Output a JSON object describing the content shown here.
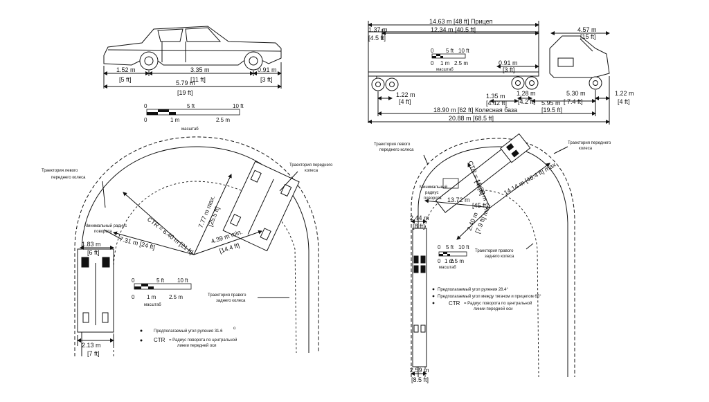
{
  "car": {
    "dim_front": "1.52 m",
    "dim_front_ft": "[5 ft]",
    "dim_wheelbase": "3.35 m",
    "dim_wheelbase_ft": "[11 ft]",
    "dim_rear": "0.91 m",
    "dim_rear_ft": "[3 ft]",
    "dim_total": "5.79 m",
    "dim_total_ft": "[19 ft]",
    "scale": {
      "ft0": "0",
      "ft5": "5 ft",
      "ft10": "10 ft",
      "m0": "0",
      "m1": "1 m",
      "m25": "2.5 m",
      "label": "масштаб"
    }
  },
  "car_turn": {
    "left_front_path": "Траектория левого",
    "left_front_path2": "переднего колеса",
    "right_front_path": "Траектория переднего",
    "right_front_path2": "колеса",
    "min_radius": "Минимальный радиус",
    "min_radius2": "поворота",
    "ctr": "CTR = 6.40 m [21 ft]",
    "rmax_m": "7.77 m  max.",
    "rmax_ft": "[25.5 ft]",
    "rmin_m": "4.39 m  min.",
    "rmin_ft": "[14.4 ft]",
    "r731": "7.31 m [24 ft]",
    "w153": "1.83 m",
    "w6": "[6 ft]",
    "w213": "2.13 m",
    "w7": "[7 ft]",
    "rear_path": "Траектория правого",
    "rear_path2": "заднего колеса",
    "note1": "Предполагаемый угол руления 31.6",
    "note1_sym": "o",
    "note2_key": "CTR",
    "note2": "= Радиус поворота по центральной",
    "note2b": "линии передней оси",
    "scale": {
      "ft0": "0",
      "ft5": "5 ft",
      "ft10": "10 ft",
      "m0": "0",
      "m1": "1 m",
      "m25": "2.5 m",
      "label": "масштаб"
    }
  },
  "truck": {
    "top_total": "14.63 m [48 ft] Прицеп",
    "trailer_len": "12.34 m [40.5 ft]",
    "front_oh": "1.37 m",
    "front_oh_ft": "[4.5 ft]",
    "cab_len": "4.57 m",
    "cab_len_ft": "[15 ft]",
    "rear_oh": "0.91 m",
    "rear_oh_ft": "[3 ft]",
    "axle_gap": "1.22 m",
    "axle_gap_ft": "[4 ft]",
    "d135": "1.35 m",
    "d135_ft": "[4.42 ft]",
    "d128": "1.28 m",
    "d128_ft": "[4.2 ft]",
    "d595": "5.95 m",
    "d595_ft": "[19.5 ft]",
    "d530": "5.30 m",
    "d530_ft": "[ 7.4 ft]",
    "d122b": "1.22 m",
    "d122b_ft": "[4 ft]",
    "wheelbase": "18.90 m [62 ft] Колесная база",
    "overall": "20.88 m [68.5 ft]",
    "scale": {
      "ft0": "0",
      "ft5": "5 ft",
      "ft10": "10 ft",
      "m0": "0",
      "m1": "1 m",
      "m25": "2.5 m",
      "label": "масштаб"
    }
  },
  "truck_turn": {
    "front_left_path": "Траектория левого",
    "front_left_path2": "переднего колеса",
    "front_path": "Траектория переднего",
    "front_path2": "колеса",
    "ctr": "CTR = 12.50 m",
    "ctr_ft": "[41 ft]",
    "min_radius": "Минимальный",
    "min_radius2": "радиус",
    "min_radius3": "поворота",
    "r1372": "13.72 m",
    "r1372_ft": "[45 ft]",
    "r1414": "14.14 m [46.4 ft] max",
    "r240": "2.40 m",
    "r240_ft": "[7.9 ft] min.",
    "w244": "2.44 m",
    "w244_ft": "[8 ft]",
    "w259": "2.59 m",
    "w259_ft": "[8.5 ft]",
    "rear_path": "Траектория правого",
    "rear_path2": "заднего колеса",
    "note1": "Предполагаемый угол руления 28.4°",
    "note2": "Предполагаемый угол между тягачом и прицепом 65°",
    "note3_key": "CTR",
    "note3": "= Радиус поворота по центральной",
    "note3b": "линии передней оси",
    "scale": {
      "ft0": "0",
      "ft5": "5 ft",
      "ft10": "10 ft",
      "m0": "0",
      "m1": "1 m",
      "m25": "2.5 m",
      "label": "масштаб"
    }
  }
}
